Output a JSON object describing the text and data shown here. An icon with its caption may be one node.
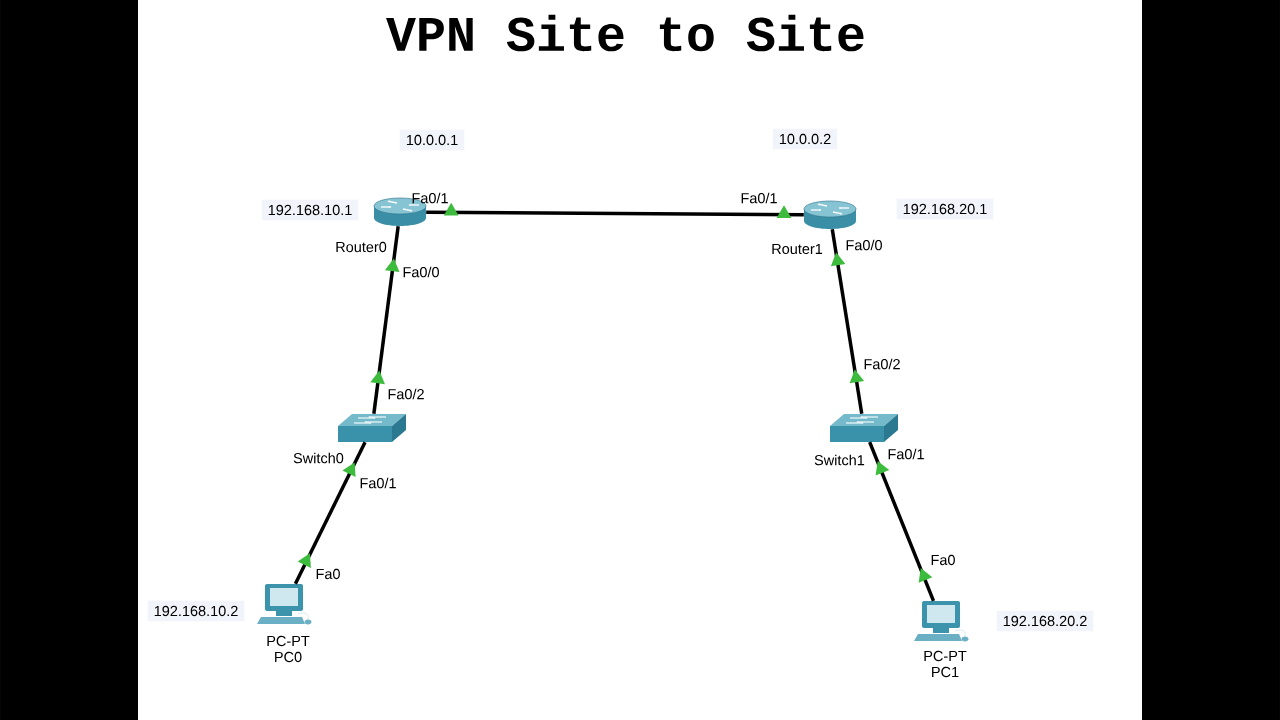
{
  "diagram": {
    "title": "VPN Site to Site",
    "nodes": [
      {
        "text": [
          "Router0"
        ],
        "beside": [
          "10.0.0.1",
          "192.168.10.1"
        ]
      },
      {
        "text": [
          "Router1"
        ],
        "beside": [
          "10.0.0.2",
          "192.168.20.1"
        ]
      },
      {
        "text": [
          "Switch0"
        ]
      },
      {
        "text": [
          "Switch1"
        ]
      },
      {
        "text": [
          "PC-PT",
          "PC0"
        ],
        "beside": [
          "192.168.10.2"
        ]
      },
      {
        "text": [
          "PC-PT",
          "PC1"
        ],
        "beside": [
          "192.168.20.2"
        ]
      }
    ],
    "edges": [
      {
        "from": 0,
        "to": 1,
        "arrow": "none"
      },
      {
        "from": 2,
        "to": 0,
        "arrow": "to"
      },
      {
        "from": 4,
        "to": 2,
        "arrow": "to"
      },
      {
        "from": 3,
        "to": 1,
        "arrow": "to"
      },
      {
        "from": 5,
        "to": 3,
        "arrow": "to"
      }
    ],
    "labels": [
      "Fa0/1",
      "Fa0/1",
      "Fa0/0",
      "Fa0/0",
      "Fa0/2",
      "Fa0/2",
      "Fa0/1",
      "Fa0/1",
      "Fa0",
      "Fa0"
    ]
  }
}
